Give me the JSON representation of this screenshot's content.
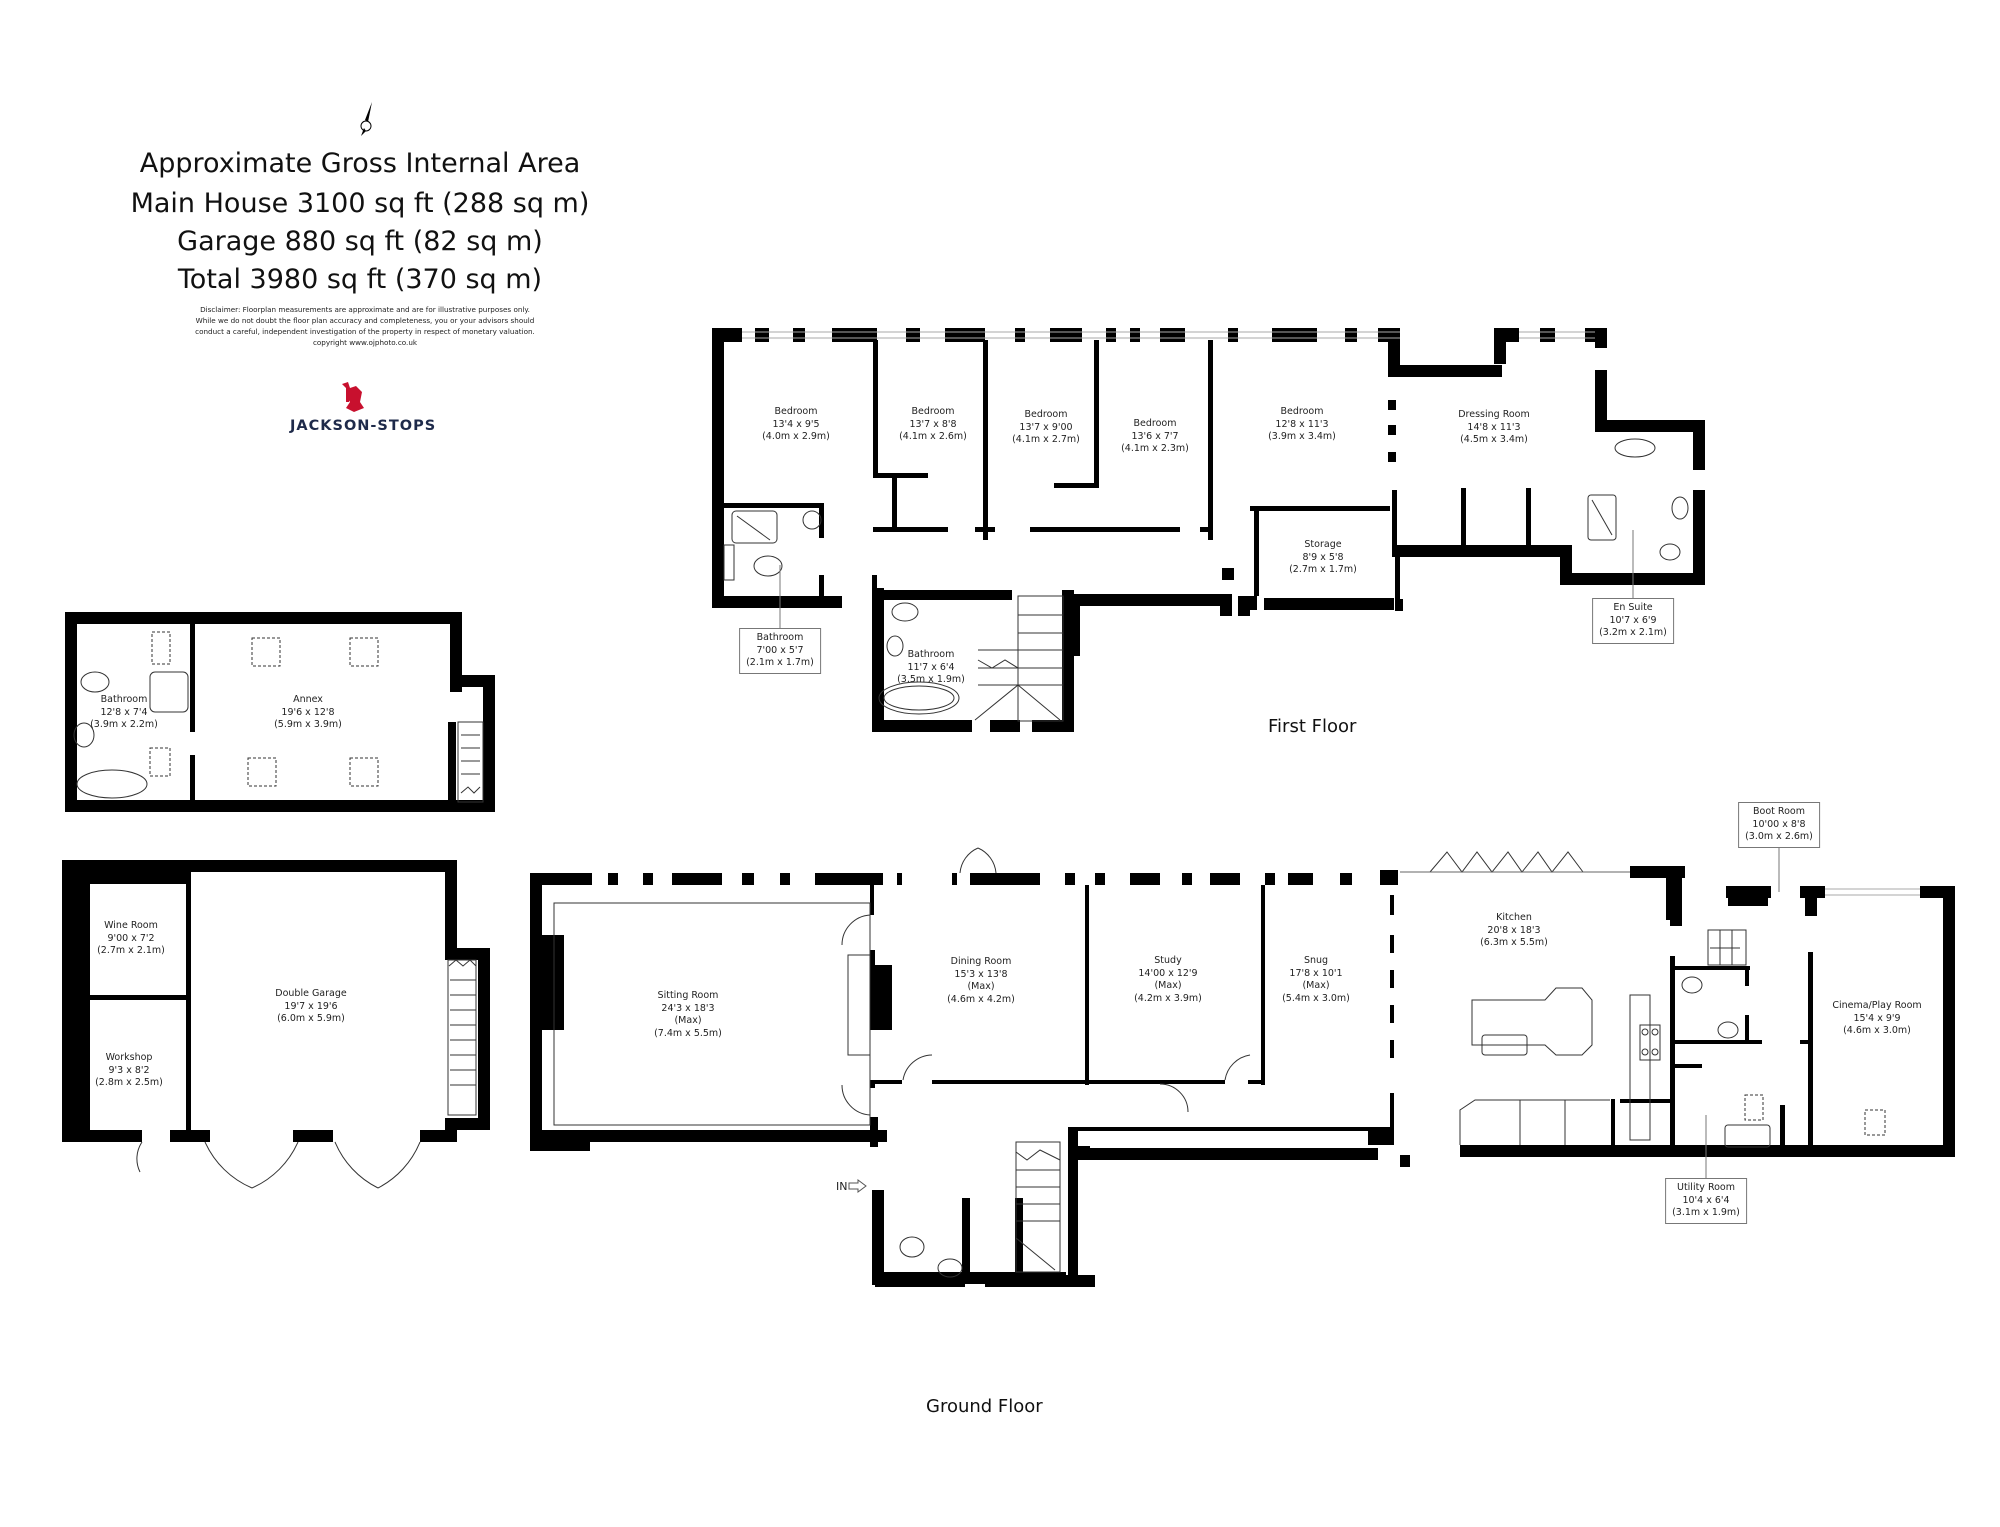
{
  "header": {
    "title": "Approximate Gross Internal Area",
    "main_house": "Main House 3100 sq ft (288 sq m)",
    "garage": "Garage 880 sq ft (82 sq m)",
    "total": "Total 3980 sq ft (370 sq m)",
    "disclaimer_lines": [
      "Disclaimer: Floorplan measurements are approximate and are for illustrative purposes only.",
      "While we do not doubt the floor plan accuracy and completeness, you or your advisors should",
      "conduct a careful, independent investigation of the property in respect of monetary valuation.",
      "copyright www.ojphoto.co.uk"
    ],
    "compass_icon": "north-arrow-icon",
    "logo_text": "JACKSON-STOPS"
  },
  "colors": {
    "wall": "#000000",
    "brand_red": "#c8102e",
    "brand_navy": "#1e2a4a",
    "window": "#999999"
  },
  "first_floor": {
    "title": "First Floor",
    "rooms": [
      {
        "name": "Bedroom",
        "imperial": "13'4 x 9'5",
        "metric": "(4.0m x 2.9m)"
      },
      {
        "name": "Bedroom",
        "imperial": "13'7 x 8'8",
        "metric": "(4.1m x 2.6m)"
      },
      {
        "name": "Bedroom",
        "imperial": "13'7 x 9'00",
        "metric": "(4.1m x 2.7m)"
      },
      {
        "name": "Bedroom",
        "imperial": "13'6 x 7'7",
        "metric": "(4.1m x 2.3m)"
      },
      {
        "name": "Bedroom",
        "imperial": "12'8 x 11'3",
        "metric": "(3.9m x 3.4m)"
      },
      {
        "name": "Dressing Room",
        "imperial": "14'8 x 11'3",
        "metric": "(4.5m x 3.4m)"
      },
      {
        "name": "Storage",
        "imperial": "8'9 x 5'8",
        "metric": "(2.7m x 1.7m)"
      },
      {
        "name": "Bathroom",
        "imperial": "11'7 x 6'4",
        "metric": "(3.5m x 1.9m)"
      }
    ],
    "callouts": [
      {
        "name": "Bathroom",
        "imperial": "7'00 x 5'7",
        "metric": "(2.1m x 1.7m)"
      },
      {
        "name": "En Suite",
        "imperial": "10'7 x 6'9",
        "metric": "(3.2m x 2.1m)"
      }
    ]
  },
  "annex_floor": {
    "rooms": [
      {
        "name": "Bathroom",
        "imperial": "12'8 x 7'4",
        "metric": "(3.9m x 2.2m)"
      },
      {
        "name": "Annex",
        "imperial": "19'6 x 12'8",
        "metric": "(5.9m x 3.9m)"
      }
    ]
  },
  "garage_floor": {
    "rooms": [
      {
        "name": "Wine Room",
        "imperial": "9'00 x 7'2",
        "metric": "(2.7m x 2.1m)"
      },
      {
        "name": "Workshop",
        "imperial": "9'3 x 8'2",
        "metric": "(2.8m x 2.5m)"
      },
      {
        "name": "Double Garage",
        "imperial": "19'7 x 19'6",
        "metric": "(6.0m x 5.9m)"
      }
    ]
  },
  "ground_floor": {
    "title": "Ground Floor",
    "entrance_label": "IN",
    "rooms": [
      {
        "name": "Sitting Room",
        "imperial": "24'3 x 18'3",
        "note": "(Max)",
        "metric": "(7.4m x 5.5m)"
      },
      {
        "name": "Dining Room",
        "imperial": "15'3 x 13'8",
        "note": "(Max)",
        "metric": "(4.6m x 4.2m)"
      },
      {
        "name": "Study",
        "imperial": "14'00 x 12'9",
        "note": "(Max)",
        "metric": "(4.2m x 3.9m)"
      },
      {
        "name": "Snug",
        "imperial": "17'8 x 10'1",
        "note": "(Max)",
        "metric": "(5.4m x 3.0m)"
      },
      {
        "name": "Kitchen",
        "imperial": "20'8 x 18'3",
        "metric": "(6.3m x 5.5m)"
      },
      {
        "name": "Cinema/Play Room",
        "imperial": "15'4 x 9'9",
        "metric": "(4.6m x 3.0m)"
      }
    ],
    "callouts": [
      {
        "name": "Boot Room",
        "imperial": "10'00 x 8'8",
        "metric": "(3.0m x 2.6m)"
      },
      {
        "name": "Utility Room",
        "imperial": "10'4 x 6'4",
        "metric": "(3.1m x 1.9m)"
      }
    ]
  }
}
